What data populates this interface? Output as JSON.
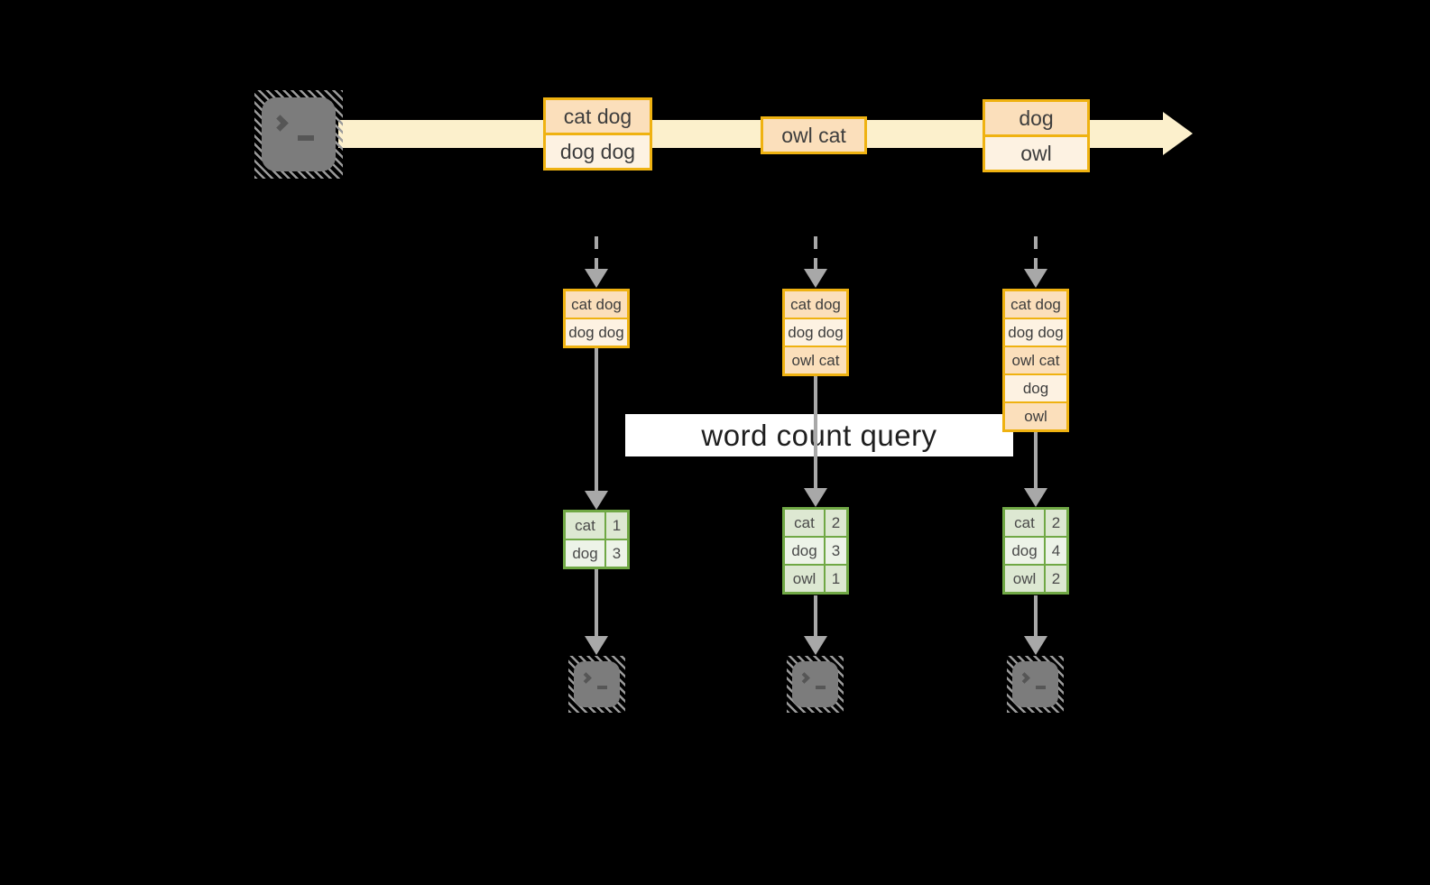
{
  "query_label": "word count query",
  "stream_events": [
    {
      "lines": [
        "cat dog",
        "dog dog"
      ]
    },
    {
      "lines": [
        "owl cat"
      ]
    },
    {
      "lines": [
        "dog",
        "owl"
      ]
    }
  ],
  "columns": [
    {
      "buffer": [
        "cat dog",
        "dog dog"
      ],
      "counts": [
        {
          "word": "cat",
          "count": "1"
        },
        {
          "word": "dog",
          "count": "3"
        }
      ]
    },
    {
      "buffer": [
        "cat dog",
        "dog dog",
        "owl cat"
      ],
      "counts": [
        {
          "word": "cat",
          "count": "2"
        },
        {
          "word": "dog",
          "count": "3"
        },
        {
          "word": "owl",
          "count": "1"
        }
      ]
    },
    {
      "buffer": [
        "cat dog",
        "dog dog",
        "owl cat",
        "dog",
        "owl"
      ],
      "counts": [
        {
          "word": "cat",
          "count": "2"
        },
        {
          "word": "dog",
          "count": "4"
        },
        {
          "word": "owl",
          "count": "2"
        }
      ]
    }
  ],
  "icons": {
    "terminal_glyph": ">_"
  },
  "colors": {
    "background": "#000000",
    "stream_band": "#fcf0cc",
    "event_border": "#efb211",
    "event_fill_dark": "#fbdfbb",
    "event_fill_light": "#fdf2e2",
    "table_border": "#70a845",
    "table_fill_dark": "#dde8d2",
    "table_fill_light": "#edf3e8",
    "arrow_gray": "#a8a8a8",
    "terminal_gray": "#7c7c7c",
    "query_band": "#ffffff"
  }
}
